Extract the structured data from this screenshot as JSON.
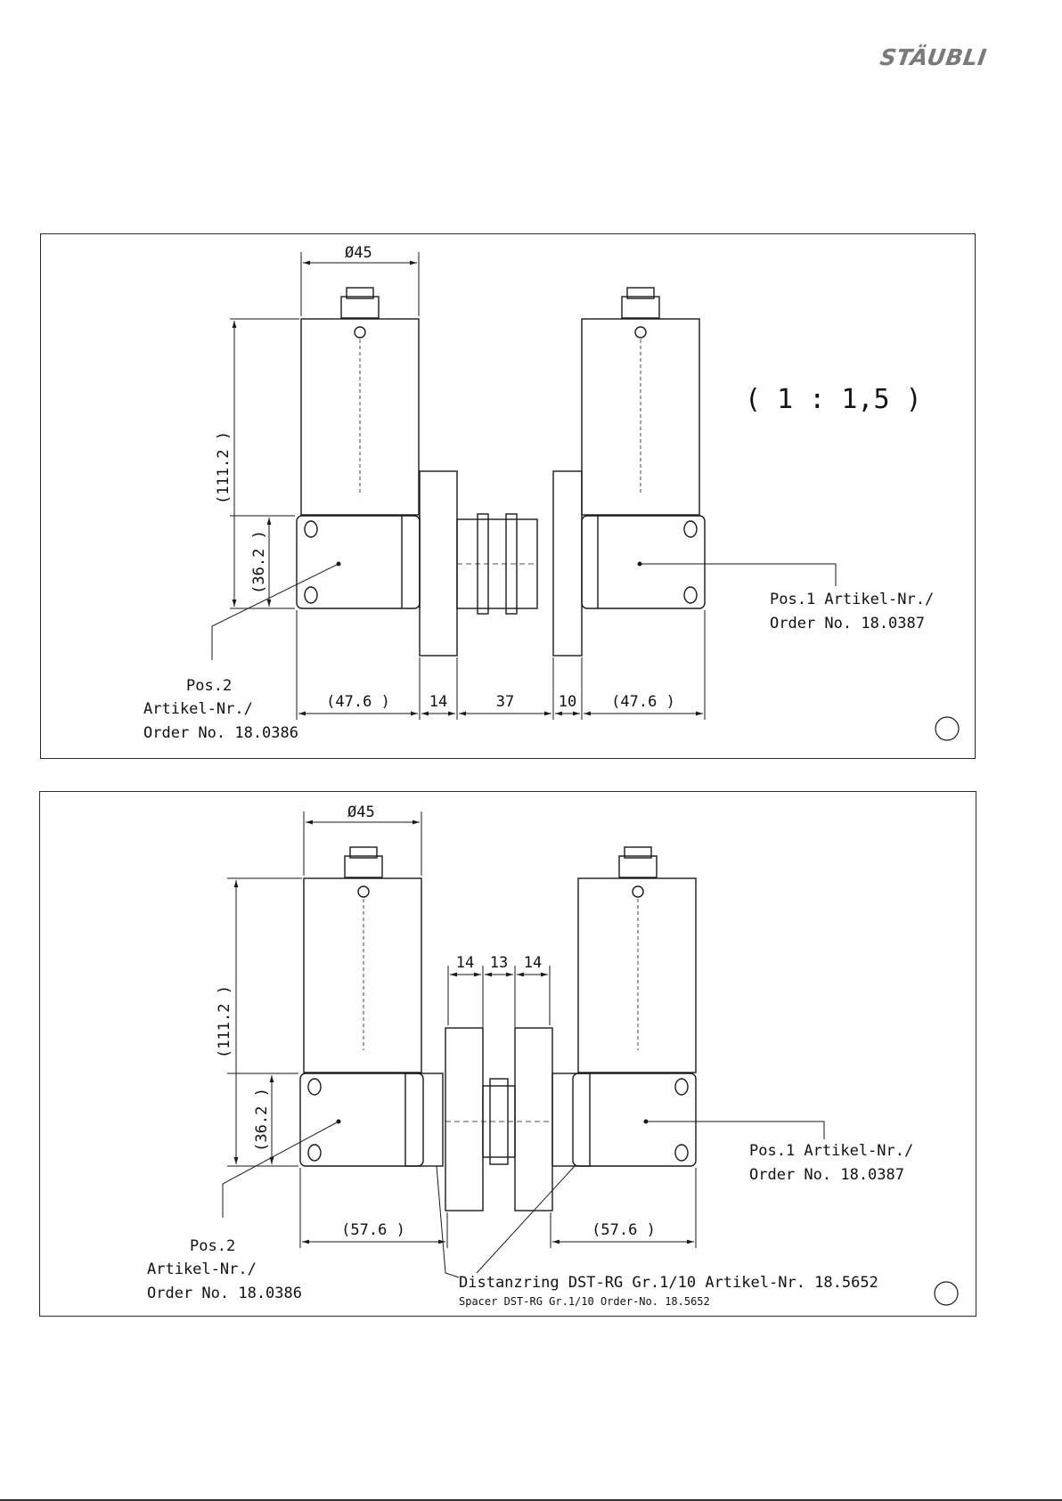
{
  "brand": {
    "logo_text": "STÄUBLI"
  },
  "colors": {
    "line": "#1a1a1a",
    "logo": "#7a7a7a"
  },
  "view1": {
    "diameter": "Ø45",
    "height_total": "(111.2 )",
    "height_block": "(36.2 )",
    "scale": "( 1 : 1,5 )",
    "pos1_line1": "Pos.1 Artikel-Nr./",
    "pos1_line2": "Order No. 18.0387",
    "pos2_line1": "Pos.2",
    "pos2_line2": "Artikel-Nr./",
    "pos2_line3": "Order No. 18.0386",
    "dims": [
      "(47.6 )",
      "14",
      "37",
      "10",
      "(47.6 )"
    ]
  },
  "view2": {
    "diameter": "Ø45",
    "height_total": "(111.2 )",
    "height_block": "(36.2 )",
    "top_dims": [
      "14",
      "13",
      "14"
    ],
    "pos1_line1": "Pos.1 Artikel-Nr./",
    "pos1_line2": "Order No. 18.0387",
    "pos2_line1": "Pos.2",
    "pos2_line2": "Artikel-Nr./",
    "pos2_line3": "Order No. 18.0386",
    "dims": [
      "(57.6 )",
      "(57.6 )"
    ],
    "spacer_line1": "Distanzring DST-RG Gr.1/10 Artikel-Nr. 18.5652",
    "spacer_line2": "Spacer DST-RG Gr.1/10 Order-No. 18.5652"
  }
}
